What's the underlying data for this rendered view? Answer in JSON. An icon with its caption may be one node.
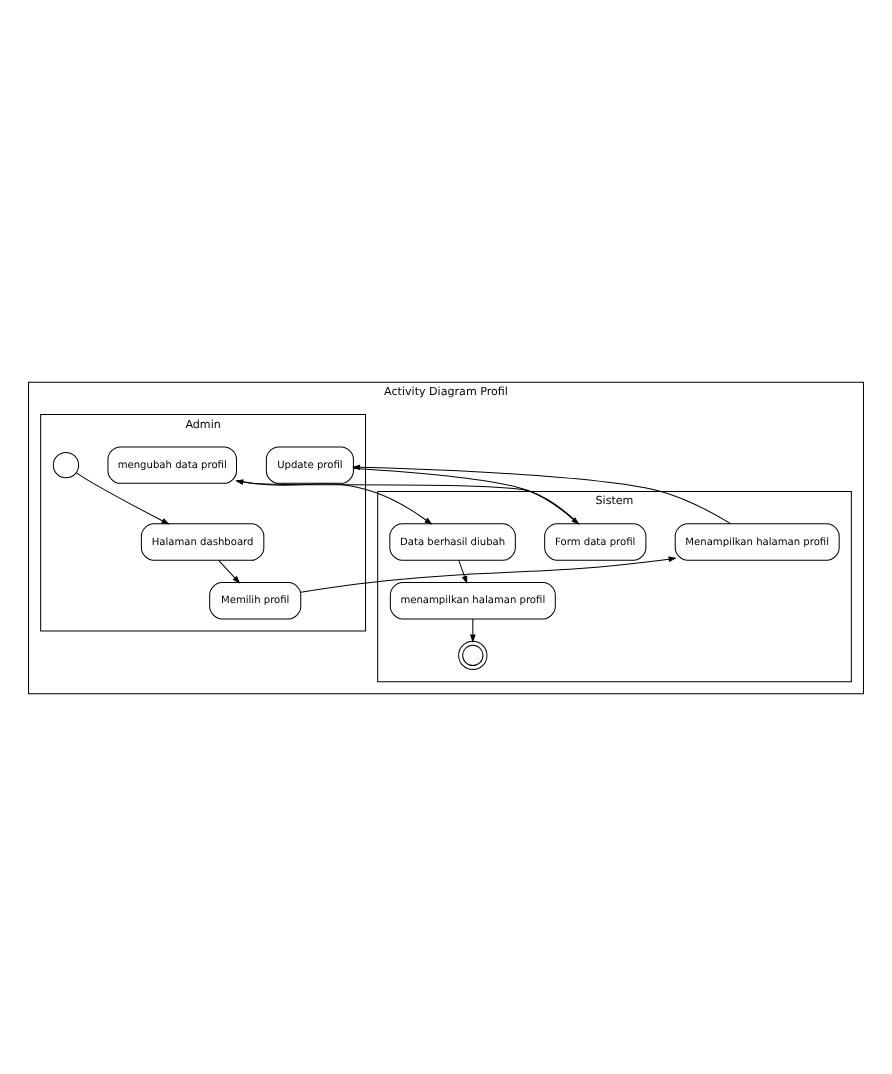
{
  "diagram": {
    "nodes": [
      {
        "text": [
          "Activity Diagram Profil"
        ]
      },
      {
        "text": [
          "Admin"
        ],
        "in": 0
      },
      {
        "text": [
          "Sistem"
        ],
        "in": 0
      },
      {
        "text": [],
        "shape": "circle",
        "in": 1
      },
      {
        "text": [
          "Halaman dashboard"
        ],
        "in": 1
      },
      {
        "text": [
          "Memilih profil"
        ],
        "in": 1
      },
      {
        "text": [
          "Menampilkan halaman profil"
        ],
        "in": 2
      },
      {
        "text": [
          "Update profil"
        ],
        "in": 1
      },
      {
        "text": [
          "Form data profil"
        ],
        "in": 2
      },
      {
        "text": [
          "mengubah data profil"
        ],
        "in": 1
      },
      {
        "text": [
          "Data berhasil diubah"
        ],
        "in": 2
      },
      {
        "text": [
          "menampilkan halaman profil"
        ],
        "in": 2
      },
      {
        "text": [],
        "shape": "double-circle",
        "in": 2
      }
    ],
    "edges": [
      {
        "from": 3,
        "to": 4,
        "arrow": "to"
      },
      {
        "from": 4,
        "to": 5,
        "arrow": "to"
      },
      {
        "from": 5,
        "to": 6,
        "arrow": "to"
      },
      {
        "from": 6,
        "to": 7,
        "arrow": "to"
      },
      {
        "from": 7,
        "to": 8,
        "arrow": "to"
      },
      {
        "from": 8,
        "to": 9,
        "arrow": "to"
      },
      {
        "from": 9,
        "to": 10,
        "arrow": "to"
      },
      {
        "from": 10,
        "to": 11,
        "arrow": "to"
      },
      {
        "from": 11,
        "to": 12,
        "arrow": "to"
      }
    ]
  }
}
